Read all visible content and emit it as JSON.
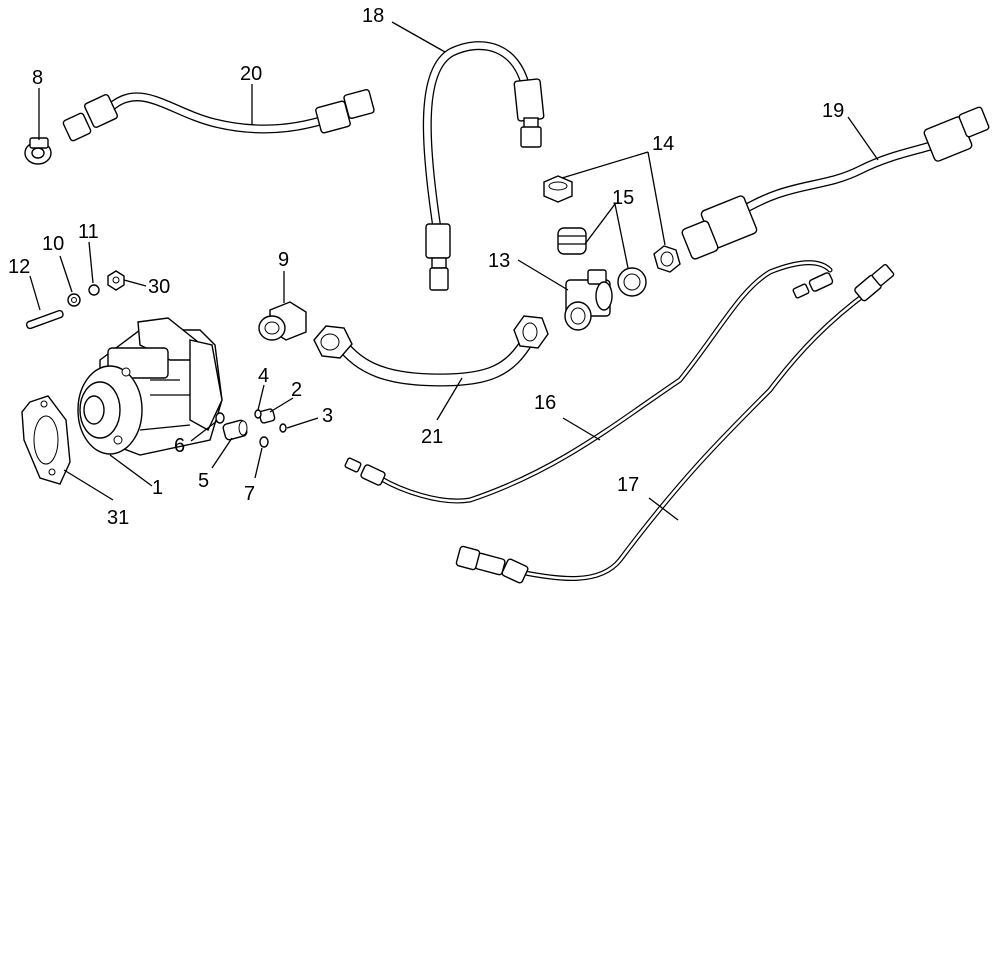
{
  "callouts": {
    "c1": "1",
    "c2": "2",
    "c3": "3",
    "c4": "4",
    "c5": "5",
    "c6": "6",
    "c7": "7",
    "c8": "8",
    "c9": "9",
    "c10": "10",
    "c11": "11",
    "c12": "12",
    "c13": "13",
    "c14": "14",
    "c15": "15",
    "c16": "16",
    "c17": "17",
    "c18": "18",
    "c19": "19",
    "c20": "20",
    "c21": "21",
    "c30": "30",
    "c31": "31"
  }
}
